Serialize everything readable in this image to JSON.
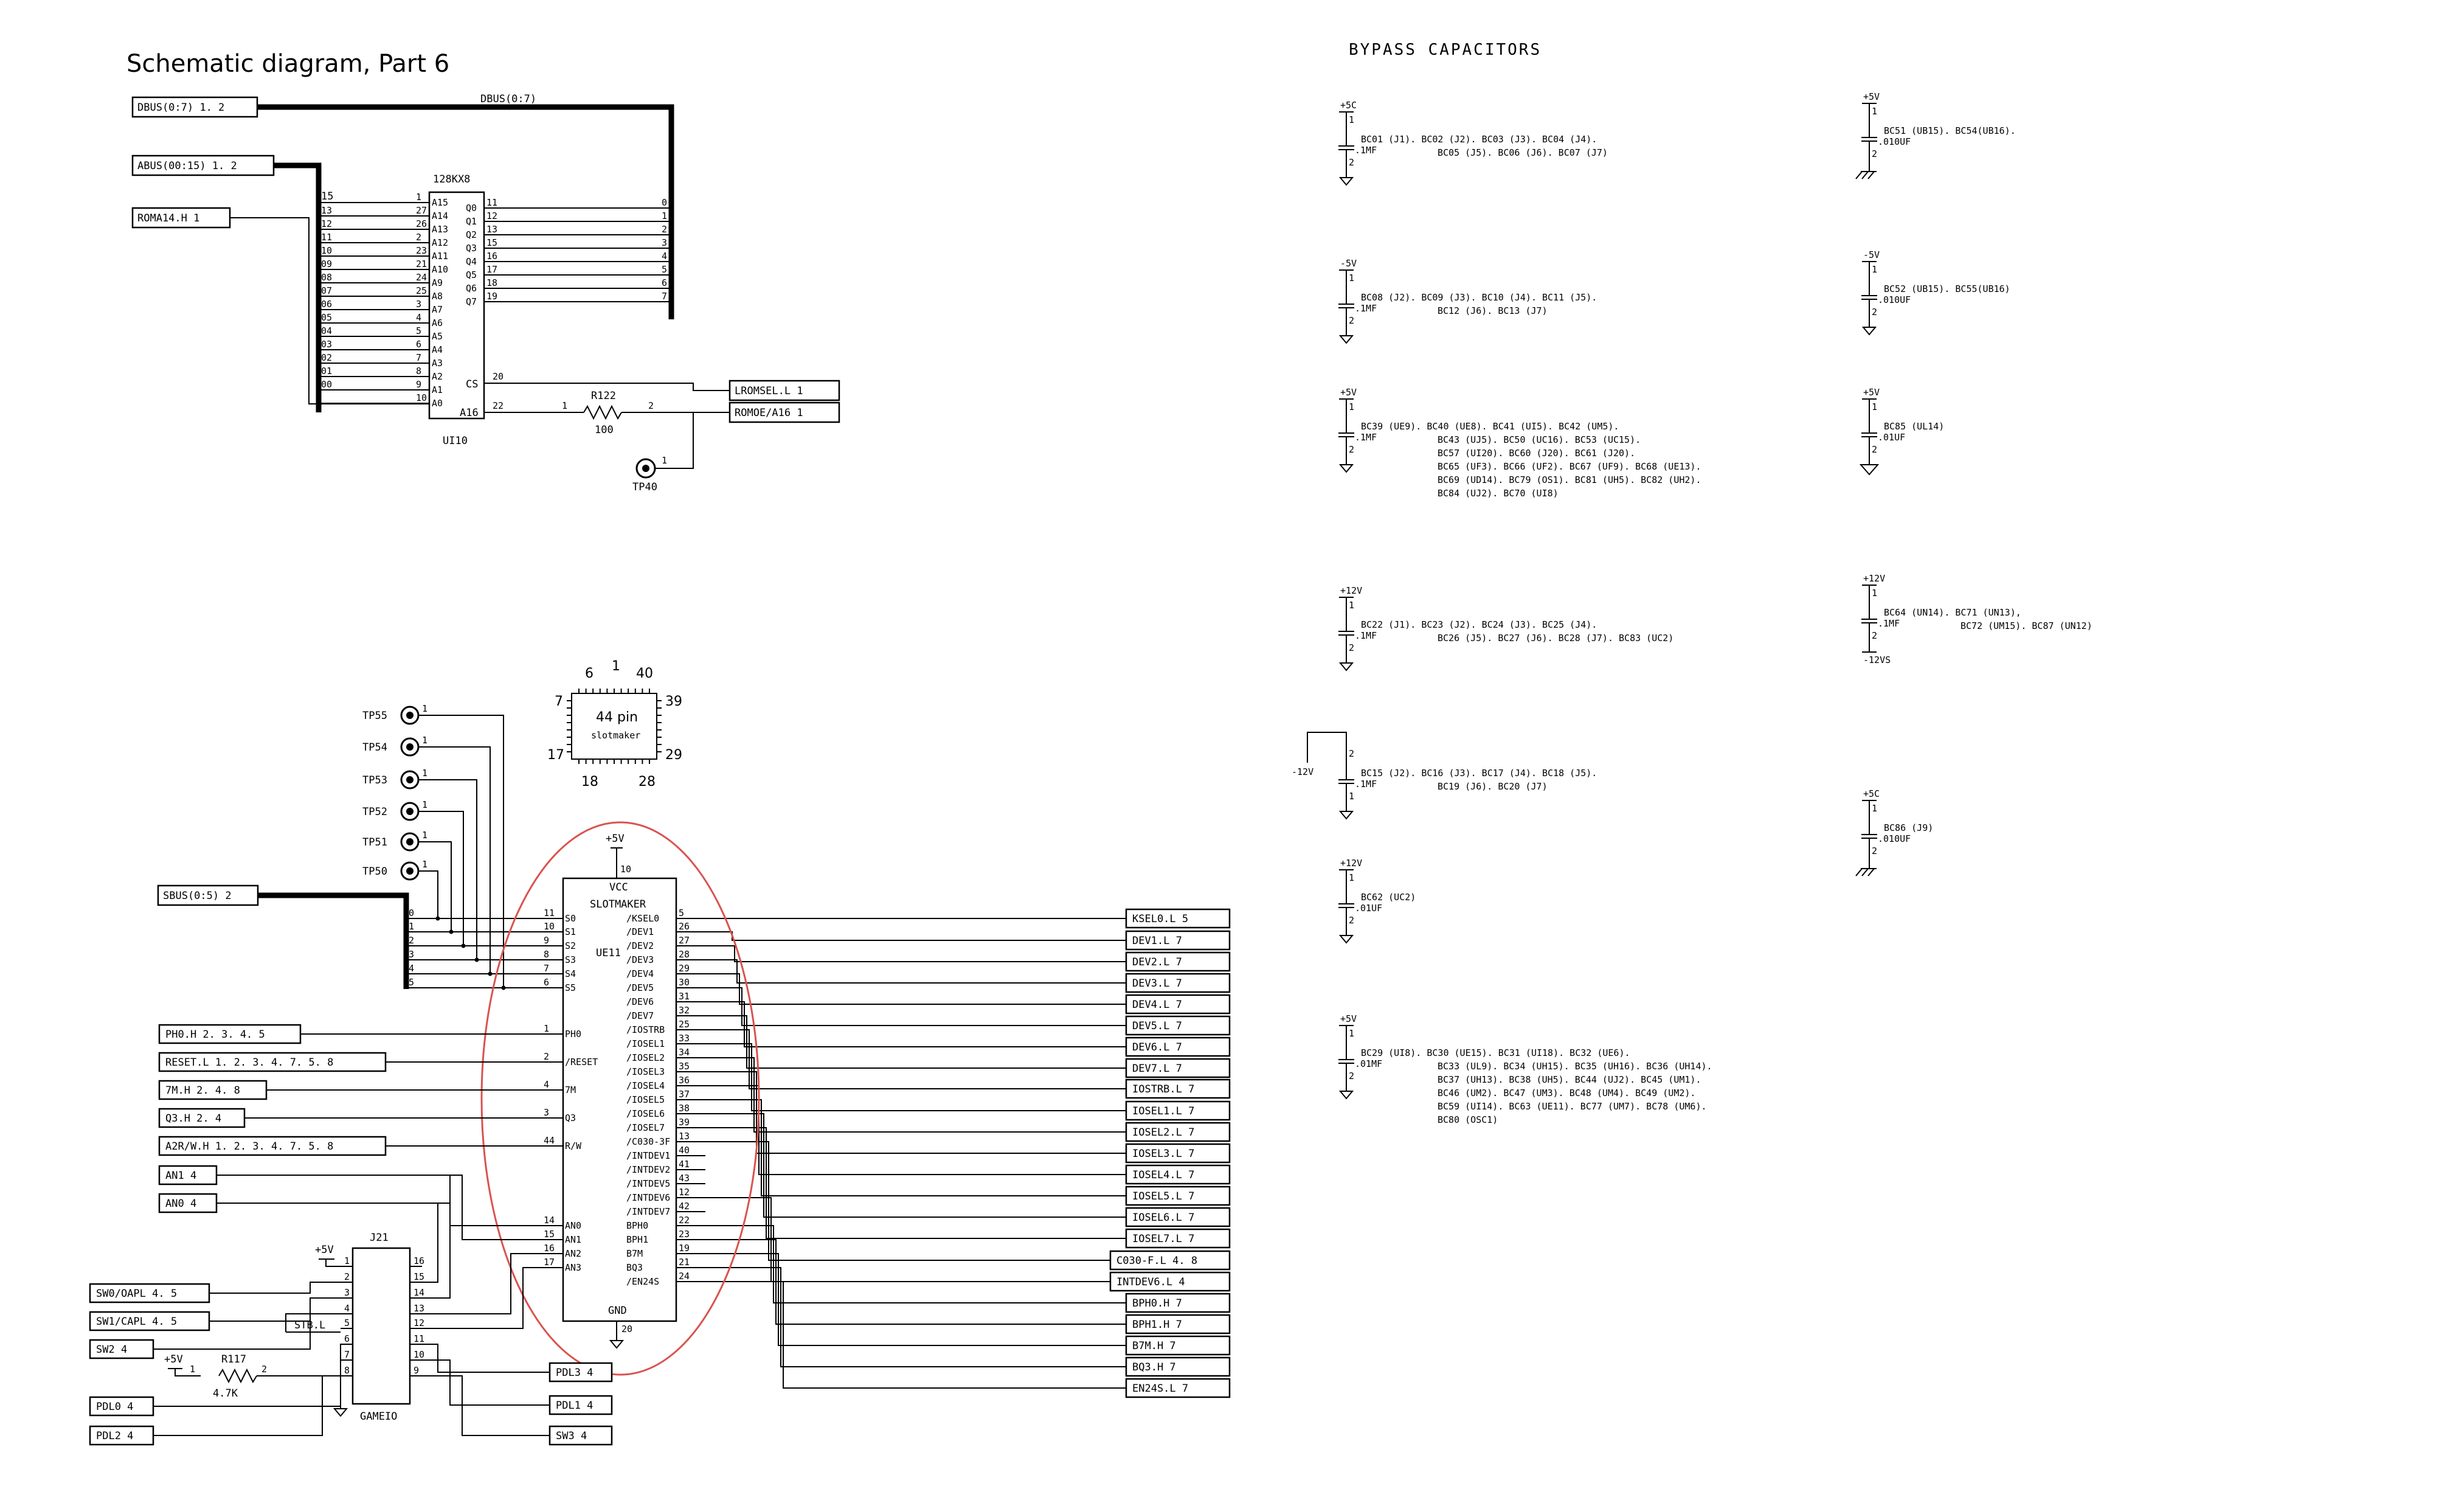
{
  "title": "Schematic diagram, Part 6",
  "bypass_title": "BYPASS CAPACITORS",
  "rom": {
    "top_label": "128KX8",
    "ref": "UI10",
    "dbus_port": "DBUS(0:7) 1. 2",
    "dbus_net": "DBUS(0:7)",
    "abus_port": "ABUS(00:15) 1. 2",
    "roma14_port": "ROMA14.H 1",
    "bus_num_15": "15",
    "addr_rows": [
      {
        "bus": "",
        "pin": "1",
        "name": "A15"
      },
      {
        "bus": "13",
        "pin": "27",
        "name": "A14"
      },
      {
        "bus": "12",
        "pin": "26",
        "name": "A13"
      },
      {
        "bus": "11",
        "pin": "2",
        "name": "A12"
      },
      {
        "bus": "10",
        "pin": "23",
        "name": "A11"
      },
      {
        "bus": "09",
        "pin": "21",
        "name": "A10"
      },
      {
        "bus": "08",
        "pin": "24",
        "name": "A9"
      },
      {
        "bus": "07",
        "pin": "25",
        "name": "A8"
      },
      {
        "bus": "06",
        "pin": "3",
        "name": "A7"
      },
      {
        "bus": "05",
        "pin": "4",
        "name": "A6"
      },
      {
        "bus": "04",
        "pin": "5",
        "name": "A5"
      },
      {
        "bus": "03",
        "pin": "6",
        "name": "A4"
      },
      {
        "bus": "02",
        "pin": "7",
        "name": "A3"
      },
      {
        "bus": "01",
        "pin": "8",
        "name": "A2"
      },
      {
        "bus": "00",
        "pin": "9",
        "name": "A1"
      },
      {
        "bus": "",
        "pin": "10",
        "name": "A0"
      }
    ],
    "data_rows": [
      {
        "pin": "11",
        "name": "Q0",
        "bit": "0"
      },
      {
        "pin": "12",
        "name": "Q1",
        "bit": "1"
      },
      {
        "pin": "13",
        "name": "Q2",
        "bit": "2"
      },
      {
        "pin": "15",
        "name": "Q3",
        "bit": "3"
      },
      {
        "pin": "16",
        "name": "Q4",
        "bit": "4"
      },
      {
        "pin": "17",
        "name": "Q5",
        "bit": "5"
      },
      {
        "pin": "18",
        "name": "Q6",
        "bit": "6"
      },
      {
        "pin": "19",
        "name": "Q7",
        "bit": "7"
      }
    ],
    "cs_pin": "20",
    "cs_name": "CS",
    "a16_pin": "22",
    "a16_name": "A16",
    "lromsel_port": "LROMSEL.L 1",
    "romoe_port": "ROMOE/A16 1",
    "res_ref": "R122",
    "res_val": "100",
    "res_pin1": "1",
    "res_pin2": "2",
    "tp_ref": "TP40",
    "tp_pin": "1"
  },
  "plcc": {
    "title": "44 pin",
    "subtitle": "slotmaker",
    "p6": "6",
    "p1": "1",
    "p40": "40",
    "p7": "7",
    "p39": "39",
    "p17": "17",
    "p29": "29",
    "p18": "18",
    "p28": "28"
  },
  "testpoints": [
    {
      "ref": "TP55",
      "pin": "1"
    },
    {
      "ref": "TP54",
      "pin": "1"
    },
    {
      "ref": "TP53",
      "pin": "1"
    },
    {
      "ref": "TP52",
      "pin": "1"
    },
    {
      "ref": "TP51",
      "pin": "1"
    },
    {
      "ref": "TP50",
      "pin": "1"
    }
  ],
  "sbus_port": "SBUS(0:5) 2",
  "sbus_bits": [
    "0",
    "1",
    "2",
    "3",
    "4",
    "5"
  ],
  "slot": {
    "vcc_rail": "+5V",
    "vcc_pin": "10",
    "vcc_name": "VCC",
    "name": "SLOTMAKER",
    "ref": "UE11",
    "gnd_name": "GND",
    "gnd_pin": "20",
    "left_pins": [
      {
        "pin": "11",
        "name": "S0"
      },
      {
        "pin": "10",
        "name": "S1"
      },
      {
        "pin": "9",
        "name": "S2"
      },
      {
        "pin": "8",
        "name": "S3"
      },
      {
        "pin": "7",
        "name": "S4"
      },
      {
        "pin": "6",
        "name": "S5"
      },
      {
        "pin": "1",
        "name": "PH0"
      },
      {
        "pin": "2",
        "name": "/RESET"
      },
      {
        "pin": "4",
        "name": "7M"
      },
      {
        "pin": "3",
        "name": "Q3"
      },
      {
        "pin": "44",
        "name": "R/W"
      },
      {
        "pin": "14",
        "name": "AN0"
      },
      {
        "pin": "15",
        "name": "AN1"
      },
      {
        "pin": "16",
        "name": "AN2"
      },
      {
        "pin": "17",
        "name": "AN3"
      }
    ],
    "right_pins": [
      {
        "pin": "5",
        "name": "/KSEL0"
      },
      {
        "pin": "26",
        "name": "/DEV1"
      },
      {
        "pin": "27",
        "name": "/DEV2"
      },
      {
        "pin": "28",
        "name": "/DEV3"
      },
      {
        "pin": "29",
        "name": "/DEV4"
      },
      {
        "pin": "30",
        "name": "/DEV5"
      },
      {
        "pin": "31",
        "name": "/DEV6"
      },
      {
        "pin": "32",
        "name": "/DEV7"
      },
      {
        "pin": "25",
        "name": "/IOSTRB"
      },
      {
        "pin": "33",
        "name": "/IOSEL1"
      },
      {
        "pin": "34",
        "name": "/IOSEL2"
      },
      {
        "pin": "35",
        "name": "/IOSEL3"
      },
      {
        "pin": "36",
        "name": "/IOSEL4"
      },
      {
        "pin": "37",
        "name": "/IOSEL5"
      },
      {
        "pin": "38",
        "name": "/IOSEL6"
      },
      {
        "pin": "39",
        "name": "/IOSEL7"
      },
      {
        "pin": "13",
        "name": "/C030-3F"
      },
      {
        "pin": "40",
        "name": "/INTDEV1"
      },
      {
        "pin": "41",
        "name": "/INTDEV2"
      },
      {
        "pin": "43",
        "name": "/INTDEV5"
      },
      {
        "pin": "12",
        "name": "/INTDEV6"
      },
      {
        "pin": "42",
        "name": "/INTDEV7"
      },
      {
        "pin": "22",
        "name": "BPH0"
      },
      {
        "pin": "23",
        "name": "BPH1"
      },
      {
        "pin": "19",
        "name": "B7M"
      },
      {
        "pin": "21",
        "name": "BQ3"
      },
      {
        "pin": "24",
        "name": "/EN24S"
      }
    ]
  },
  "right_ports": [
    "KSEL0.L 5",
    "DEV1.L 7",
    "DEV2.L 7",
    "DEV3.L 7",
    "DEV4.L 7",
    "DEV5.L 7",
    "DEV6.L 7",
    "DEV7.L 7",
    "IOSTRB.L 7",
    "IOSEL1.L 7",
    "IOSEL2.L 7",
    "IOSEL3.L 7",
    "IOSEL4.L 7",
    "IOSEL5.L 7",
    "IOSEL6.L 7",
    "IOSEL7.L 7",
    "C030-F.L 4. 8",
    "INTDEV6.L 4",
    "BPH0.H 7",
    "BPH1.H 7",
    "B7M.H 7",
    "BQ3.H 7",
    "EN24S.L 7"
  ],
  "left_ports": [
    "PH0.H 2. 3. 4. 5",
    "RESET.L 1. 2. 3. 4. 7. 5. 8",
    "7M.H 2. 4. 8",
    "Q3.H 2. 4",
    "A2R/W.H 1. 2. 3. 4. 7. 5. 8",
    "AN1 4",
    "AN0 4"
  ],
  "game": {
    "ref": "J21",
    "name": "GAMEIO",
    "rail": "+5V",
    "left_pins": [
      "1",
      "2",
      "3",
      "4",
      "5",
      "6",
      "7",
      "8"
    ],
    "right_pins": [
      "16",
      "15",
      "14",
      "13",
      "12",
      "11",
      "10",
      "9"
    ],
    "stb": "STB.L",
    "ports_left": [
      "SW0/OAPL 4. 5",
      "SW1/CAPL 4. 5",
      "SW2 4",
      "PDL0 4",
      "PDL2 4"
    ],
    "ports_right": [
      "PDL3 4",
      "PDL1 4",
      "SW3 4"
    ],
    "res_rail": "+5V",
    "res_ref": "R117",
    "res_val": "4.7K",
    "res_pin1": "1",
    "res_pin2": "2"
  },
  "caps": [
    {
      "rail": "+5C",
      "val": ".1MF",
      "lines": [
        "BC01 (J1). BC02 (J2). BC03 (J3). BC04 (J4).",
        "BC05 (J5). BC06 (J6). BC07 (J7)"
      ]
    },
    {
      "rail": "-5V",
      "val": ".1MF",
      "lines": [
        "BC08 (J2). BC09 (J3). BC10 (J4). BC11 (J5).",
        "BC12 (J6). BC13 (J7)"
      ]
    },
    {
      "rail": "+5V",
      "val": ".1MF",
      "lines": [
        "BC39 (UE9). BC40 (UE8). BC41 (UI5). BC42 (UM5).",
        "BC43 (UJ5). BC50 (UC16). BC53 (UC15).",
        "BC57 (UI20). BC60 (J20). BC61 (J20).",
        "BC65 (UF3). BC66 (UF2). BC67 (UF9). BC68 (UE13).",
        "BC69 (UD14). BC79 (OS1). BC81 (UH5). BC82 (UH2).",
        "BC84 (UJ2). BC70 (UI8)"
      ]
    },
    {
      "rail": "+12V",
      "val": ".1MF",
      "lines": [
        "BC22 (J1). BC23 (J2). BC24 (J3). BC25 (J4).",
        "BC26 (J5). BC27 (J6). BC28 (J7). BC83 (UC2)"
      ]
    },
    {
      "rail": "-12V",
      "val": ".1MF",
      "lines": [
        "BC15 (J2). BC16 (J3). BC17 (J4). BC18 (J5).",
        "BC19 (J6). BC20 (J7)"
      ]
    },
    {
      "rail": "+12V",
      "val": ".01UF",
      "lines": [
        "BC62 (UC2)"
      ]
    },
    {
      "rail": "+5V",
      "val": ".01MF",
      "lines": [
        "BC29 (UI8). BC30 (UE15). BC31 (UI18). BC32 (UE6).",
        "BC33 (UL9). BC34 (UH15). BC35 (UH16). BC36 (UH14).",
        "BC37 (UH13). BC38 (UH5). BC44 (UJ2). BC45 (UM1).",
        "BC46 (UM2). BC47 (UM3). BC48 (UM4). BC49 (UM2).",
        "BC59 (UI14). BC63 (UE11). BC77 (UM7). BC78 (UM6).",
        "BC80 (OSC1)"
      ]
    }
  ],
  "caps2": [
    {
      "rail": "+5V",
      "val": ".010UF",
      "lines": [
        "BC51 (UB15). BC54(UB16)."
      ]
    },
    {
      "rail": "-5V",
      "val": ".010UF",
      "lines": [
        "BC52 (UB15). BC55(UB16)"
      ]
    },
    {
      "rail": "+5V",
      "val": ".01UF",
      "lines": [
        "BC85 (UL14)"
      ]
    },
    {
      "rail": "+12V",
      "val": ".1MF",
      "rail2": "-12VS",
      "lines": [
        "BC64 (UN14). BC71 (UN13),",
        "BC72 (UM15). BC87 (UN12)"
      ]
    },
    {
      "rail": "+5C",
      "val": ".010UF",
      "lines": [
        "BC86 (J9)"
      ]
    }
  ],
  "pin1": "1",
  "pin2": "2"
}
